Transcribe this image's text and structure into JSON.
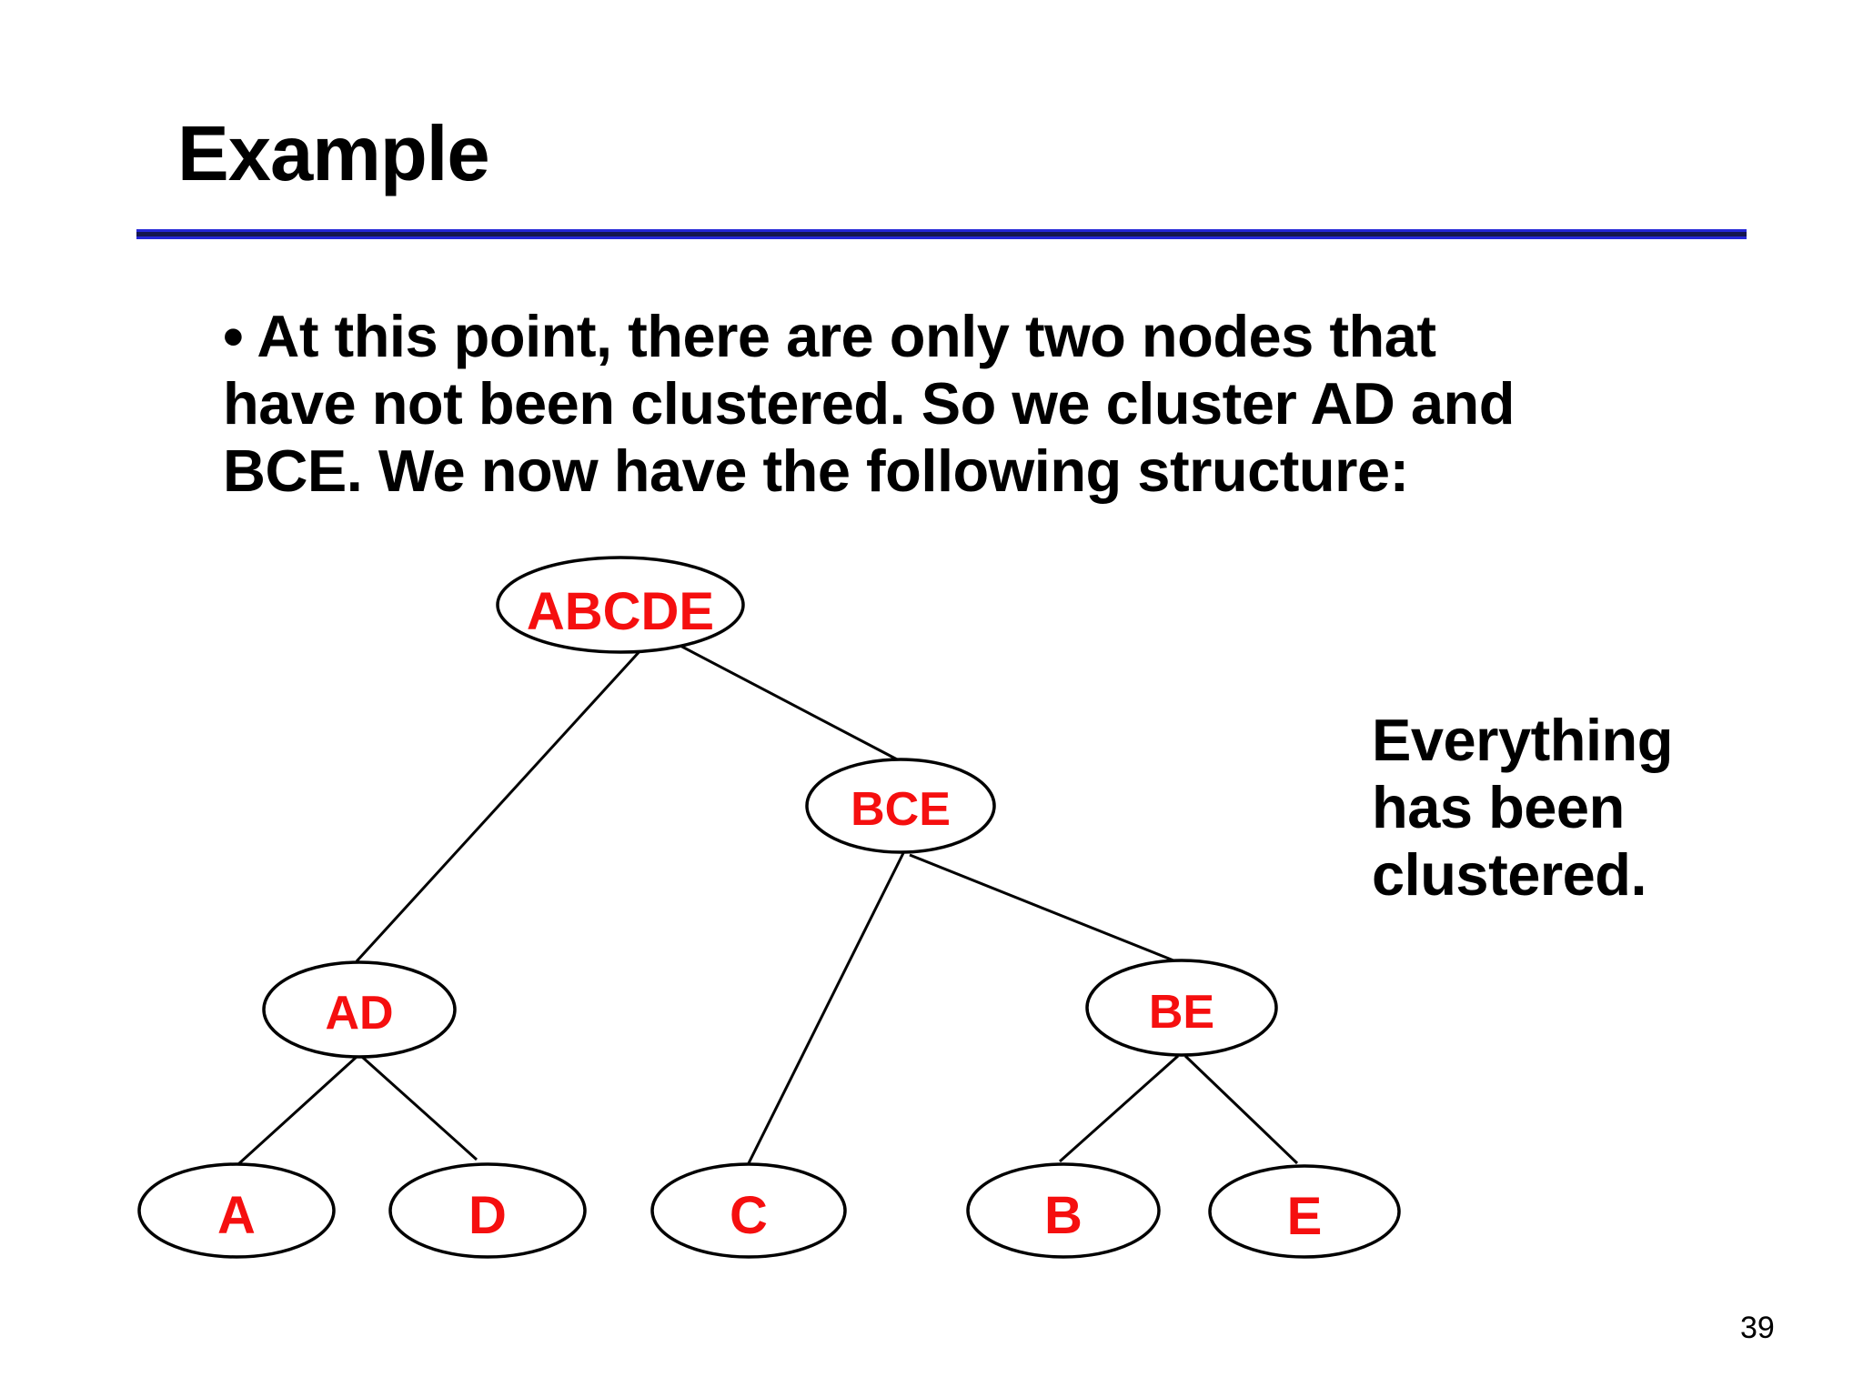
{
  "slide": {
    "title": "Example",
    "bullet_lines": [
      "• At this point, there are only two nodes that",
      "have not been clustered. So we cluster AD and",
      "BCE. We now have the following structure:"
    ],
    "side_note_lines": [
      "Everything",
      "has been",
      "clustered."
    ],
    "page_number": "39"
  },
  "tree": {
    "nodes": [
      {
        "label": "ABCDE"
      },
      {
        "label": "BCE"
      },
      {
        "label": "AD"
      },
      {
        "label": "BE"
      },
      {
        "label": "A"
      },
      {
        "label": "D"
      },
      {
        "label": "C"
      },
      {
        "label": "B"
      },
      {
        "label": "E"
      }
    ],
    "edges": [
      {
        "from": "ABCDE",
        "to": "AD"
      },
      {
        "from": "ABCDE",
        "to": "BCE"
      },
      {
        "from": "BCE",
        "to": "C"
      },
      {
        "from": "BCE",
        "to": "BE"
      },
      {
        "from": "AD",
        "to": "A"
      },
      {
        "from": "AD",
        "to": "D"
      },
      {
        "from": "BE",
        "to": "B"
      },
      {
        "from": "BE",
        "to": "E"
      }
    ]
  },
  "colors": {
    "rule_blue": "#2527d8",
    "rule_blue_dark": "#15164f",
    "node_label_red": "#f50f0f",
    "text_black": "#000000"
  }
}
